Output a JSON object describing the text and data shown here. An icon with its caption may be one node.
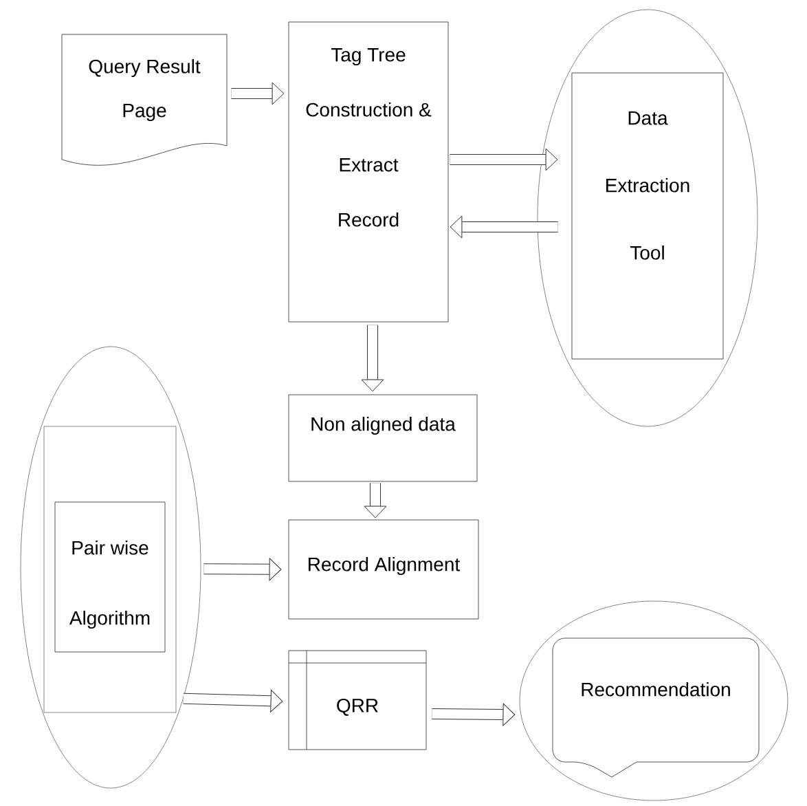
{
  "diagram": {
    "nodes": [
      {
        "text": [
          "Query Result Page"
        ]
      },
      {
        "text": [
          "Tag Tree Construction & Extract Record"
        ]
      },
      {
        "text": [],
        "shape": "ellipse"
      },
      {
        "text": [
          "Data Extraction Tool"
        ],
        "in": 2
      },
      {
        "text": [
          "Non aligned data"
        ]
      },
      {
        "text": [],
        "shape": "ellipse"
      },
      {
        "text": [],
        "shape": "box",
        "in": 5
      },
      {
        "text": [
          "Pair wise Algorithm"
        ],
        "in": 6
      },
      {
        "text": [
          "Record Alignment"
        ]
      },
      {
        "text": [
          "QRR"
        ]
      },
      {
        "text": [],
        "shape": "ellipse"
      },
      {
        "text": [
          "Recommendation"
        ],
        "in": 10
      }
    ],
    "edges": [
      {
        "from": 0,
        "to": 1,
        "arrow": "to"
      },
      {
        "from": 1,
        "to": 3,
        "arrow": "to"
      },
      {
        "from": 3,
        "to": 1,
        "arrow": "to"
      },
      {
        "from": 1,
        "to": 4,
        "arrow": "to"
      },
      {
        "from": 4,
        "to": 8,
        "arrow": "to"
      },
      {
        "from": 5,
        "to": 8,
        "arrow": "to"
      },
      {
        "from": 5,
        "to": 9,
        "arrow": "to"
      },
      {
        "from": 9,
        "to": 10,
        "arrow": "to"
      }
    ]
  }
}
